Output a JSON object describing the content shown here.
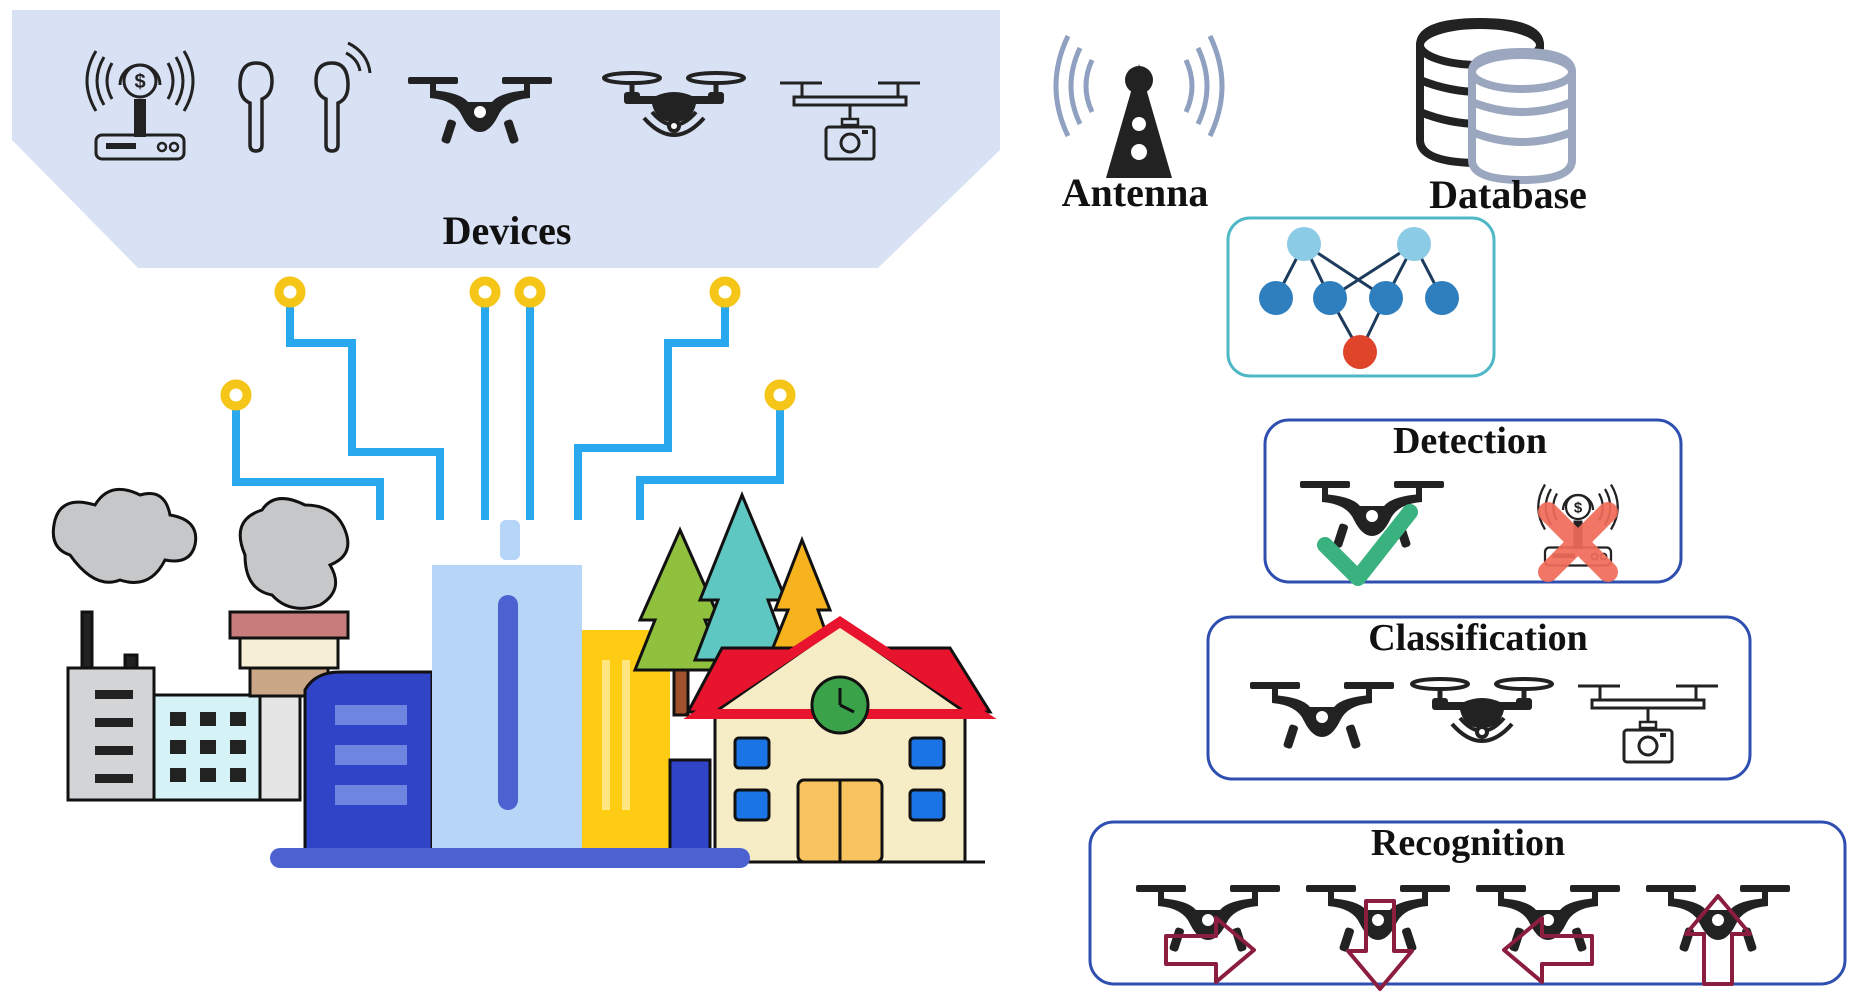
{
  "labels": {
    "devices": "Devices",
    "antenna": "Antenna",
    "database": "Database",
    "detection": "Detection",
    "classification": "Classification",
    "recognition": "Recognition"
  },
  "icons": {
    "wifi_router": "wifi-router-icon",
    "earbuds": "earbuds-icon",
    "drone": "drone-icon",
    "camera_drone": "camera-drone-icon",
    "antenna": "antenna-tower-icon",
    "database": "database-icon",
    "neural_network": "neural-network-icon",
    "check": "check-mark-icon",
    "cross": "cross-mark-icon",
    "arrow": "arrow-icon"
  },
  "recognition_directions": [
    "right",
    "down",
    "left",
    "up"
  ],
  "colors": {
    "devices_panel": "#d9e2f5",
    "circuit_line": "#29a8ee",
    "circuit_node": "#f5c518",
    "box_border": "#2f4fb0",
    "check": "#3ab27f",
    "cross": "#f06b5a",
    "arrow": "#8b1e3f",
    "nn_light": "#8ccbe6",
    "nn_mid": "#2f7fbf",
    "nn_out": "#e0442a",
    "icon_dark": "#222222"
  }
}
